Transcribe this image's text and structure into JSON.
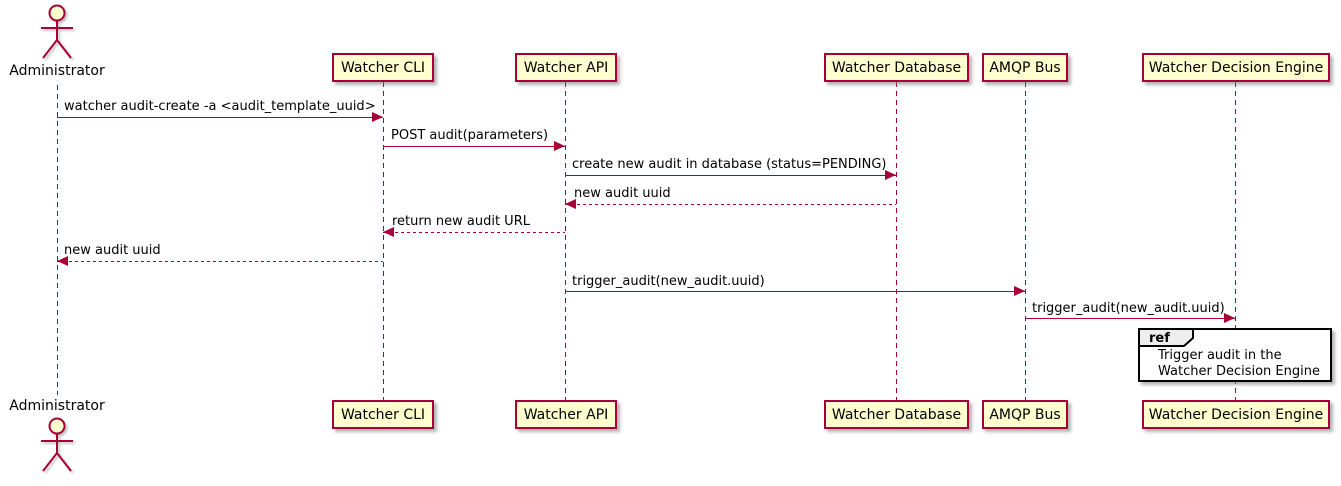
{
  "diagram": {
    "type": "uml-sequence",
    "colors": {
      "participant_fill": "#FEFECE",
      "participant_border": "#A80036",
      "lifeline": "#A80036",
      "arrow": "#A80036",
      "text": "#000000",
      "ref_border": "#000000",
      "ref_fill": "#FFFFFF",
      "ref_label_fill": "#EEEEEE"
    },
    "actor": {
      "name": "Administrator"
    },
    "participants": [
      {
        "label": "Watcher CLI"
      },
      {
        "label": "Watcher API"
      },
      {
        "label": "Watcher Database"
      },
      {
        "label": "AMQP Bus"
      },
      {
        "label": "Watcher Decision Engine"
      }
    ],
    "messages": [
      {
        "text": "watcher audit-create -a <audit_template_uuid>",
        "from": "Administrator",
        "to": "Watcher CLI",
        "style": "solid"
      },
      {
        "text": "POST audit(parameters)",
        "from": "Watcher CLI",
        "to": "Watcher API",
        "style": "solid"
      },
      {
        "text": "create new audit in database (status=PENDING)",
        "from": "Watcher API",
        "to": "Watcher Database",
        "style": "solid"
      },
      {
        "text": "new audit uuid",
        "from": "Watcher Database",
        "to": "Watcher API",
        "style": "dotted"
      },
      {
        "text": "return new audit URL",
        "from": "Watcher API",
        "to": "Watcher CLI",
        "style": "dotted"
      },
      {
        "text": "new audit uuid",
        "from": "Watcher CLI",
        "to": "Administrator",
        "style": "dotted"
      },
      {
        "text": "trigger_audit(new_audit.uuid)",
        "from": "Watcher API",
        "to": "AMQP Bus",
        "style": "solid"
      },
      {
        "text": "trigger_audit(new_audit.uuid)",
        "from": "AMQP Bus",
        "to": "Watcher Decision Engine",
        "style": "solid"
      }
    ],
    "ref": {
      "keyword": "ref",
      "lines": [
        "Trigger audit in the",
        "Watcher Decision Engine"
      ]
    }
  }
}
